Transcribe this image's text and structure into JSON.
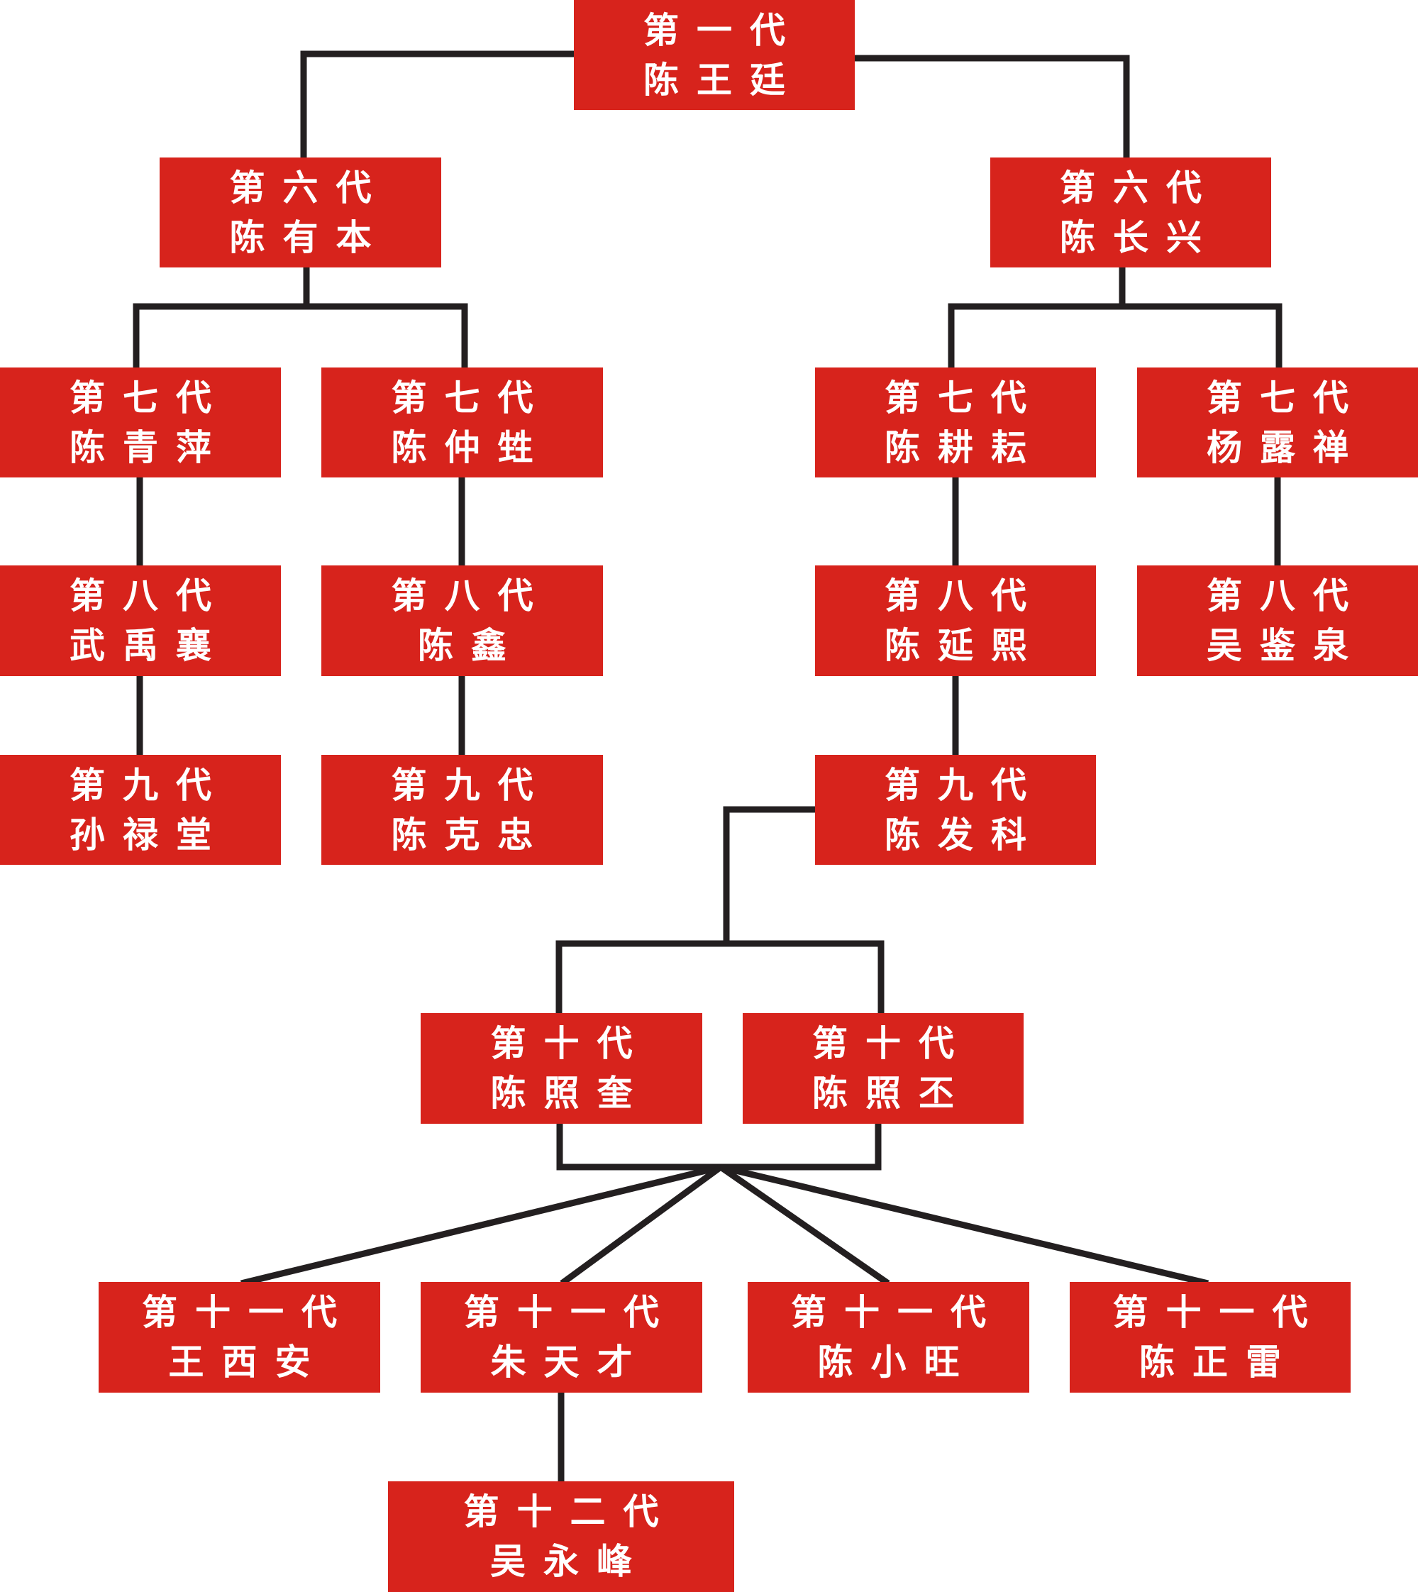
{
  "colors": {
    "box_fill": "#d7231c",
    "box_text": "#ffffff",
    "line": "#231f20",
    "background": "#ffffff"
  },
  "nodes": {
    "g1": {
      "gen": "第一代",
      "name": "陈王廷"
    },
    "g6a": {
      "gen": "第六代",
      "name": "陈有本"
    },
    "g6b": {
      "gen": "第六代",
      "name": "陈长兴"
    },
    "g7a": {
      "gen": "第七代",
      "name": "陈青萍"
    },
    "g7b": {
      "gen": "第七代",
      "name": "陈仲甡"
    },
    "g7c": {
      "gen": "第七代",
      "name": "陈耕耘"
    },
    "g7d": {
      "gen": "第七代",
      "name": "杨露禅"
    },
    "g8a": {
      "gen": "第八代",
      "name": "武禹襄"
    },
    "g8b": {
      "gen": "第八代",
      "name": "陈鑫"
    },
    "g8c": {
      "gen": "第八代",
      "name": "陈延熙"
    },
    "g8d": {
      "gen": "第八代",
      "name": "吴鉴泉"
    },
    "g9a": {
      "gen": "第九代",
      "name": "孙禄堂"
    },
    "g9b": {
      "gen": "第九代",
      "name": "陈克忠"
    },
    "g9c": {
      "gen": "第九代",
      "name": "陈发科"
    },
    "g10a": {
      "gen": "第十代",
      "name": "陈照奎"
    },
    "g10b": {
      "gen": "第十代",
      "name": "陈照丕"
    },
    "g11a": {
      "gen": "第十一代",
      "name": "王西安"
    },
    "g11b": {
      "gen": "第十一代",
      "name": "朱天才"
    },
    "g11c": {
      "gen": "第十一代",
      "name": "陈小旺"
    },
    "g11d": {
      "gen": "第十一代",
      "name": "陈正雷"
    },
    "g12": {
      "gen": "第十二代",
      "name": "吴永峰"
    }
  },
  "edges": [
    [
      "g1",
      "g6a"
    ],
    [
      "g1",
      "g6b"
    ],
    [
      "g6a",
      "g7a"
    ],
    [
      "g6a",
      "g7b"
    ],
    [
      "g6b",
      "g7c"
    ],
    [
      "g6b",
      "g7d"
    ],
    [
      "g7a",
      "g8a"
    ],
    [
      "g7b",
      "g8b"
    ],
    [
      "g7c",
      "g8c"
    ],
    [
      "g7d",
      "g8d"
    ],
    [
      "g8a",
      "g9a"
    ],
    [
      "g8b",
      "g9b"
    ],
    [
      "g8c",
      "g9c"
    ],
    [
      "g9c",
      "g10a"
    ],
    [
      "g9c",
      "g10b"
    ],
    [
      "g10a",
      "g11a"
    ],
    [
      "g10a",
      "g11b"
    ],
    [
      "g10a",
      "g11c"
    ],
    [
      "g10a",
      "g11d"
    ],
    [
      "g10b",
      "g11a"
    ],
    [
      "g10b",
      "g11b"
    ],
    [
      "g10b",
      "g11c"
    ],
    [
      "g10b",
      "g11d"
    ],
    [
      "g11b",
      "g12"
    ]
  ]
}
